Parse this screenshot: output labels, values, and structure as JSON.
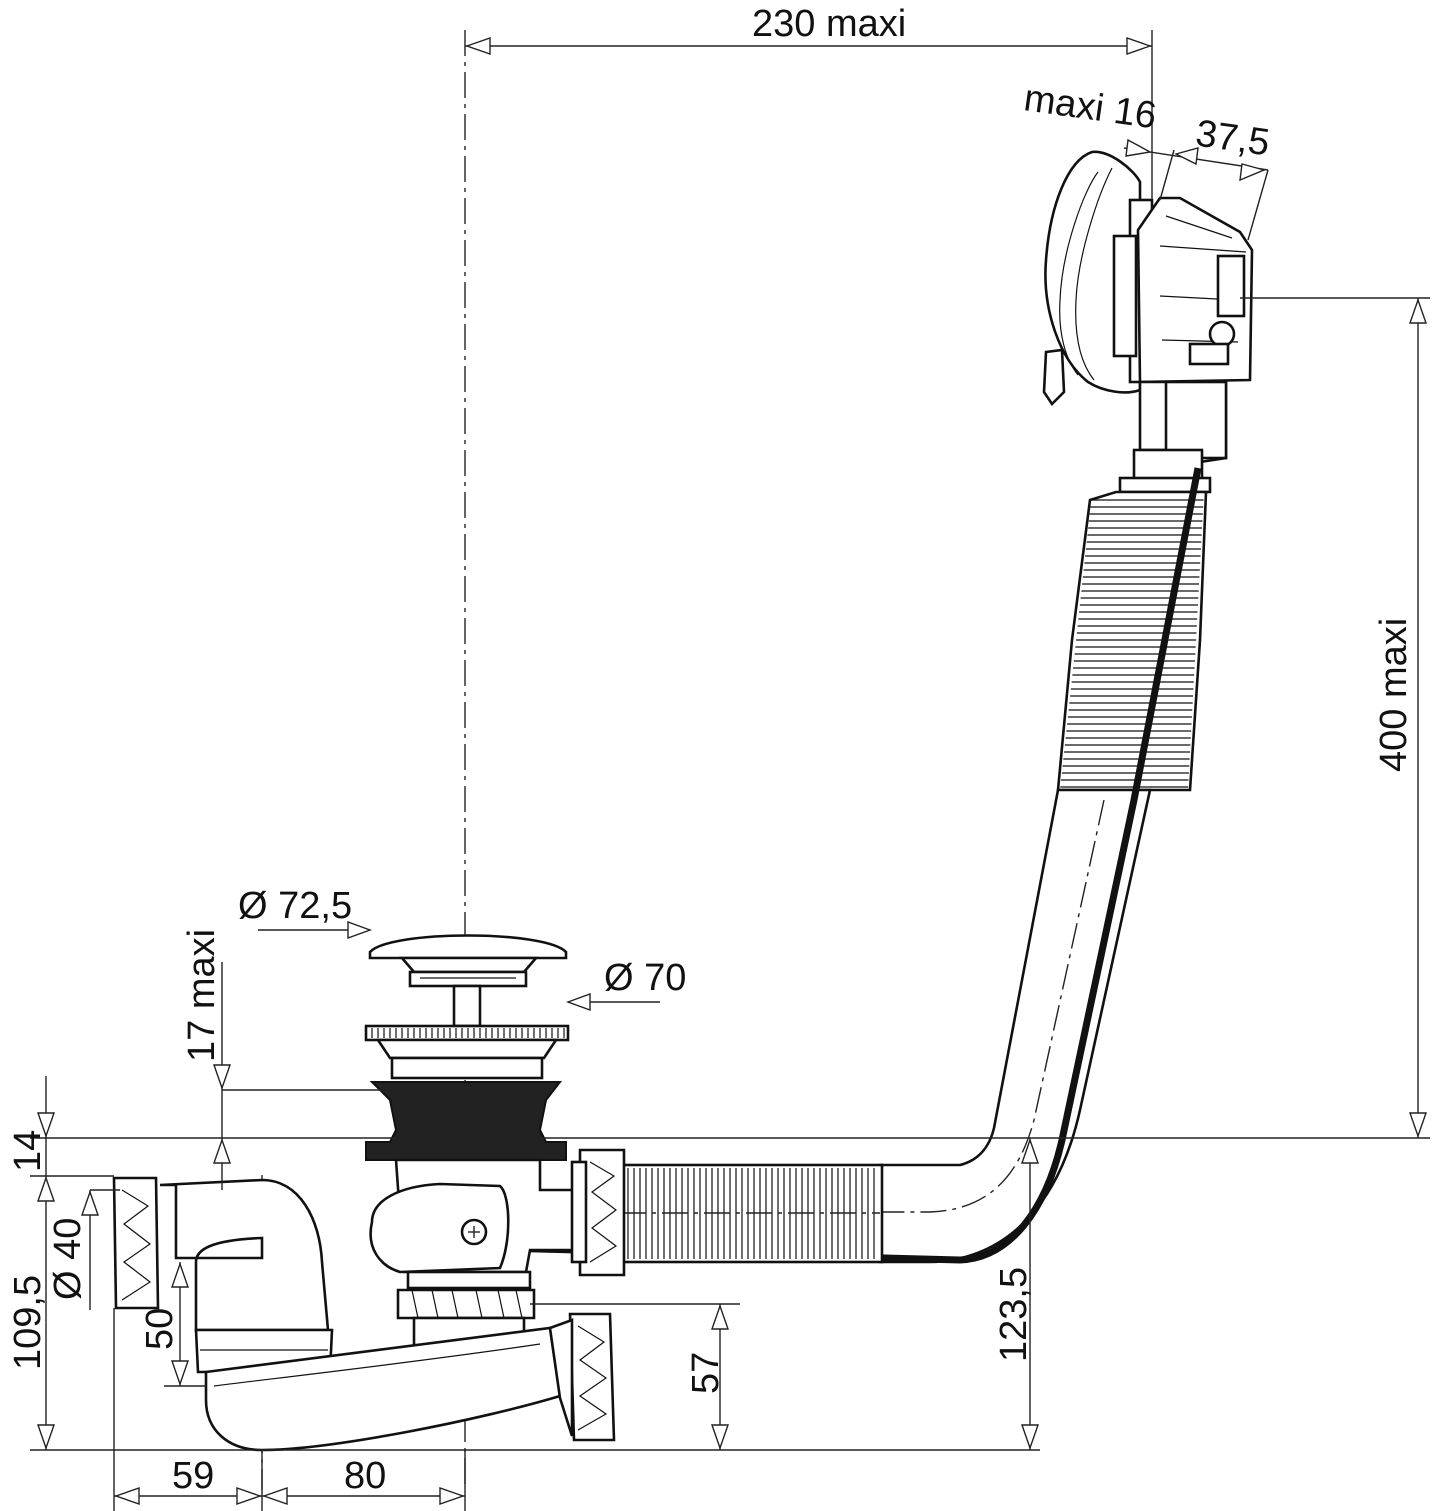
{
  "drawing": {
    "dimensions": {
      "overflow_reach": "230 maxi",
      "overflow_plate_gap": "maxi 16",
      "overflow_depth": "37,5",
      "overflow_height": "400 maxi",
      "plug_diameter": "Ø 72,5",
      "outlet_diameter": "Ø 70",
      "bath_thickness": "17 maxi",
      "flange_height": "14",
      "trap_height": "109,5",
      "outlet_pipe_diameter": "Ø 40",
      "water_seal": "50",
      "waste_height": "57",
      "overflow_pipe_height": "123,5",
      "trap_width": "59",
      "outlet_offset": "80"
    }
  }
}
